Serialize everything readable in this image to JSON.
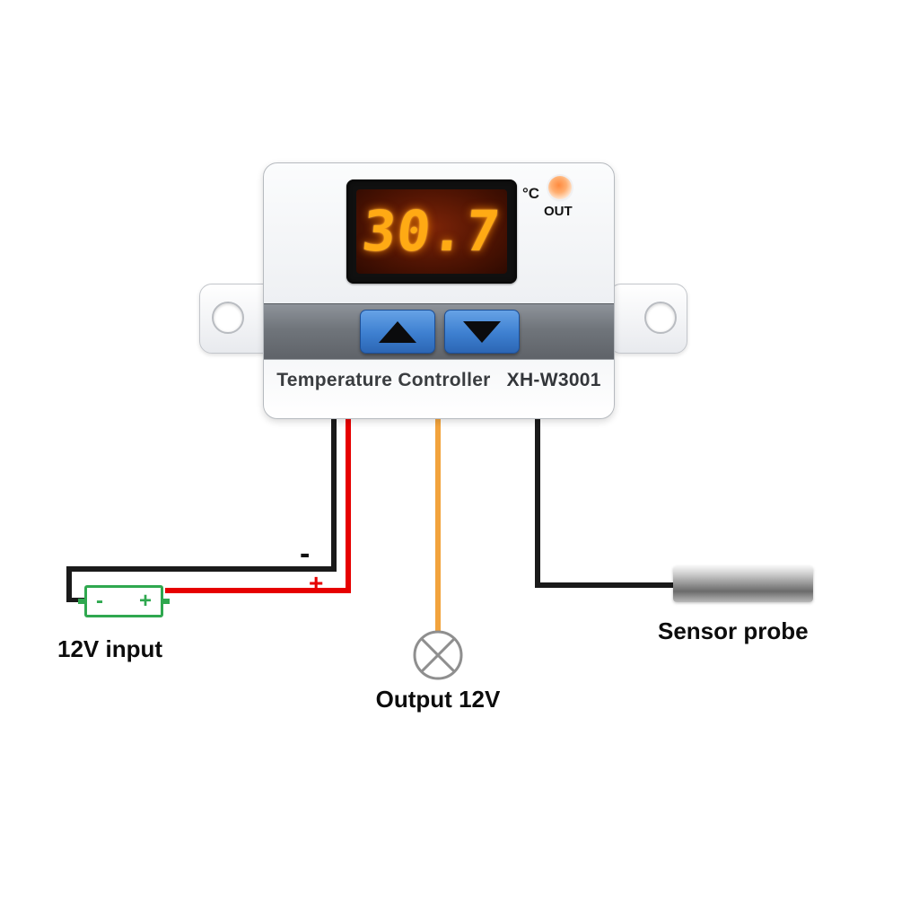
{
  "device": {
    "name": "Temperature Controller",
    "model": "XH-W3001",
    "display": {
      "value": "30.7",
      "unit": "°C",
      "out_label": "OUT"
    }
  },
  "connections": {
    "negative_mark": "-",
    "positive_mark": "+",
    "battery": {
      "minus": "-",
      "plus": "+"
    },
    "input_label": "12V input",
    "output_label": "Output 12V",
    "sensor_label": "Sensor probe"
  },
  "colors": {
    "display_digits": "#ffaa14",
    "display_background": "#501403",
    "button_blue": "#3d7fd0",
    "wire_black": "#1a1a1a",
    "wire_red": "#e60000",
    "wire_yellow": "#f2a33c",
    "battery_green": "#2fa84f",
    "led_orange": "#ff8a3e",
    "band_gray": "#70757b"
  }
}
